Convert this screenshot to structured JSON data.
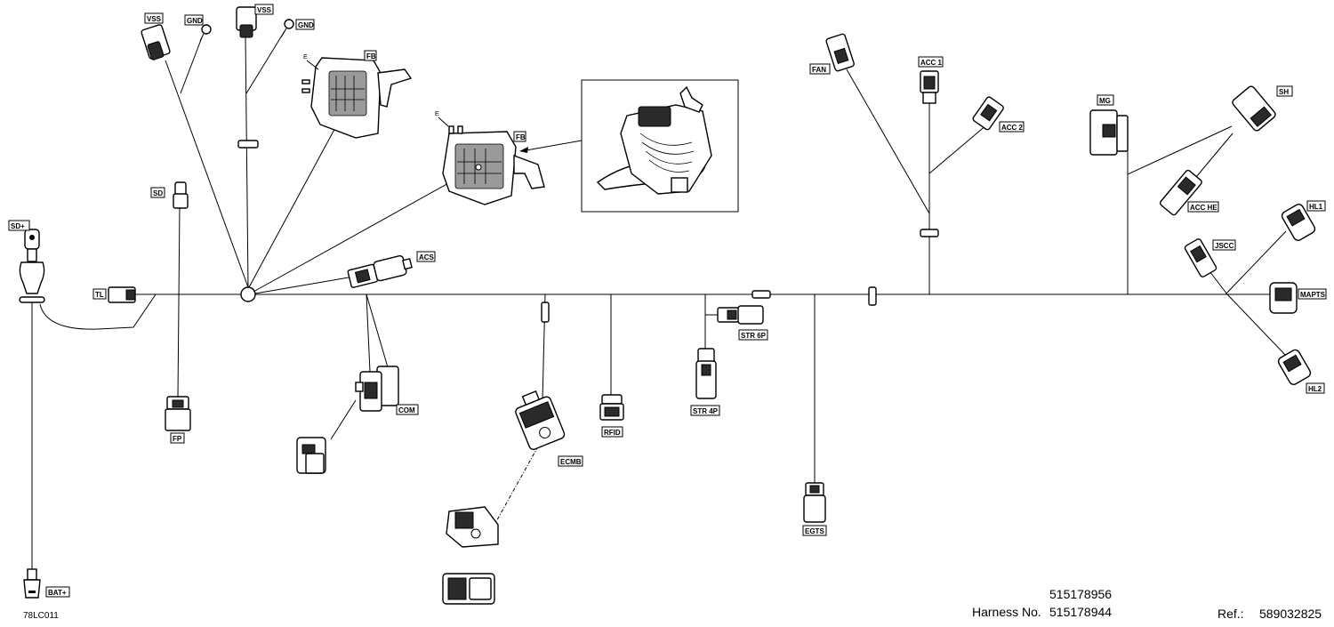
{
  "connectors": {
    "vss_left": "VSS",
    "gnd_left": "GND",
    "vss_right": "VSS",
    "gnd_right": "GND",
    "fb_upper": "FB",
    "fb_lower": "FB",
    "sd": "SD",
    "sd_plus": "SD+",
    "tl": "TL",
    "acs": "ACS",
    "com": "COM",
    "fp": "FP",
    "ecmb": "ECMB",
    "rfid": "RFID",
    "str_6p": "STR 6P",
    "str_4p": "STR 4P",
    "egts": "EGTS",
    "fan": "FAN",
    "acc1": "ACC 1",
    "acc2": "ACC 2",
    "mg": "MG",
    "sh": "SH",
    "acc_he": "ACC HE",
    "hl1": "HL1",
    "jscc": "JSCC",
    "mapts": "MAPTS",
    "hl2": "HL2",
    "bat_plus": "BAT+"
  },
  "markers": {
    "fb_upper_e": "E",
    "fb_lower_e": "E"
  },
  "footer": {
    "drawing_code": "78LC011",
    "part_number_1": "515178956",
    "harness_label": "Harness No.",
    "part_number_2": "515178944",
    "ref_label": "Ref.:",
    "ref_value": "589032825"
  }
}
